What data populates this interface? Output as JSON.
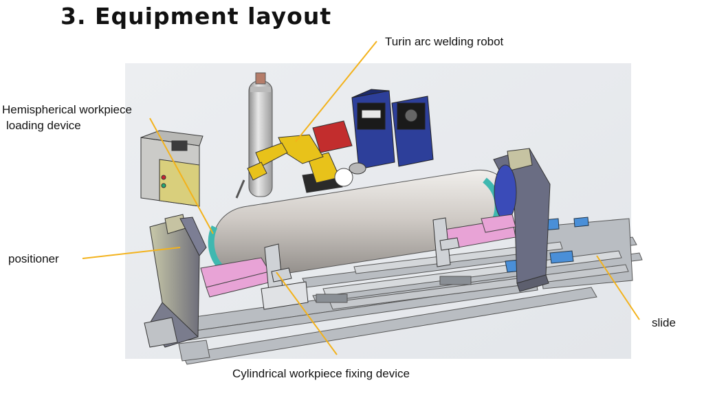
{
  "title": "3. Equipment layout",
  "labels": {
    "robot": "Turin arc welding robot",
    "hemi_line1": "Hemispherical workpiece",
    "hemi_line2": "loading device",
    "positioner": "positioner",
    "slide": "slide",
    "cylindrical": "Cylindrical workpiece fixing device"
  },
  "colors": {
    "leader": "#f3b21b",
    "robot_yellow": "#e8c21a",
    "pink_fixture": "#e8a3d6",
    "teal_clamp": "#3fb8b0",
    "blue_block": "#4a8fd8",
    "frame_gray": "#9aa0a6",
    "background_panel": "#eef0f3"
  }
}
